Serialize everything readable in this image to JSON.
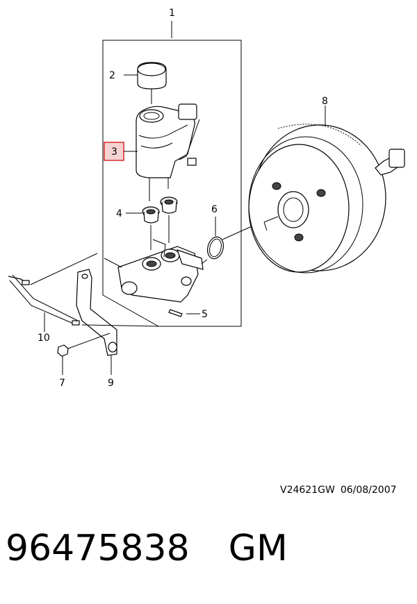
{
  "callouts": {
    "c1": "1",
    "c2": "2",
    "c3": "3",
    "c4": "4",
    "c5": "5",
    "c6": "6",
    "c7": "7",
    "c8": "8",
    "c9": "9",
    "c10": "10"
  },
  "highlight_color": "#d62728",
  "highlight_fill": "#f6d3d3",
  "reference": {
    "code": "V24621GW",
    "date": "06/08/2007"
  },
  "part": {
    "number": "96475838",
    "brand": "GM"
  }
}
